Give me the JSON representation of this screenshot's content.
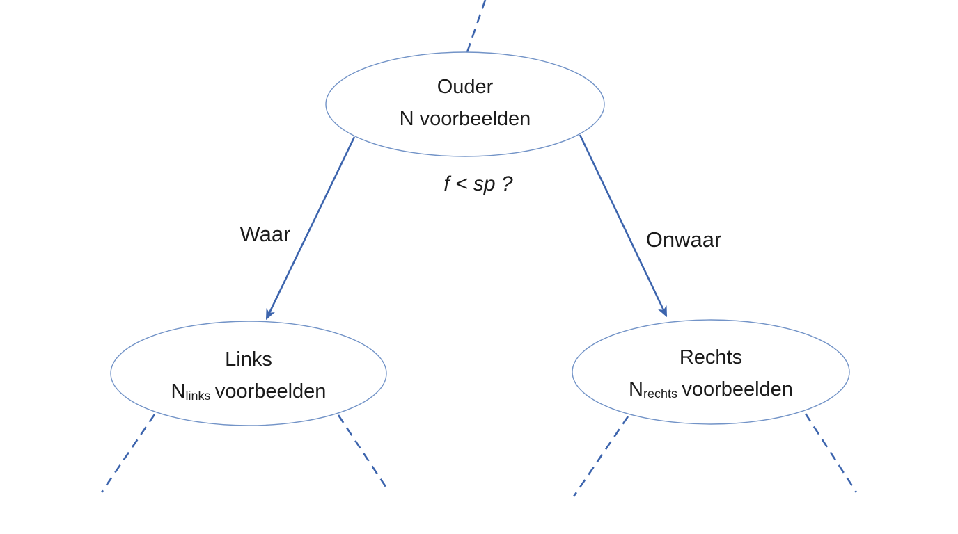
{
  "colors": {
    "connector": "#3c64ad",
    "node_stroke": "#7293c7",
    "text": "#1b1b1b",
    "background": "#ffffff"
  },
  "diagram": {
    "type": "decision-tree",
    "root": {
      "title": "Ouder",
      "subtitle": "N voorbeelden"
    },
    "condition": "f < sp ?",
    "branches": {
      "left_label": "Waar",
      "right_label": "Onwaar"
    },
    "left_child": {
      "title": "Links",
      "count_base": "N",
      "count_sub": "links",
      "count_rest": "voorbeelden"
    },
    "right_child": {
      "title": "Rechts",
      "count_base": "N",
      "count_sub": "rechts",
      "count_rest": "voorbeelden"
    }
  }
}
